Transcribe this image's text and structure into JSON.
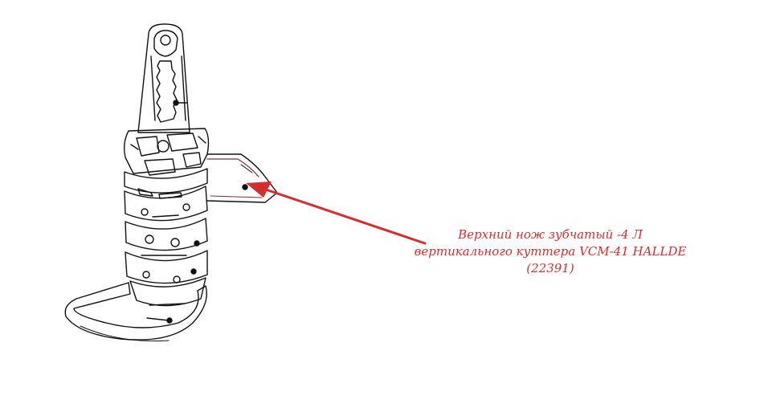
{
  "callout": {
    "lines": [
      "Верхний нож зубчатый  -4 Л",
      "вертикального куттера VCM-41 HALLDE",
      "(22391)"
    ],
    "color": "#d62d2d"
  },
  "drawing": {
    "line_color": "#111111",
    "accent_line_color": "#8a2a2a"
  }
}
